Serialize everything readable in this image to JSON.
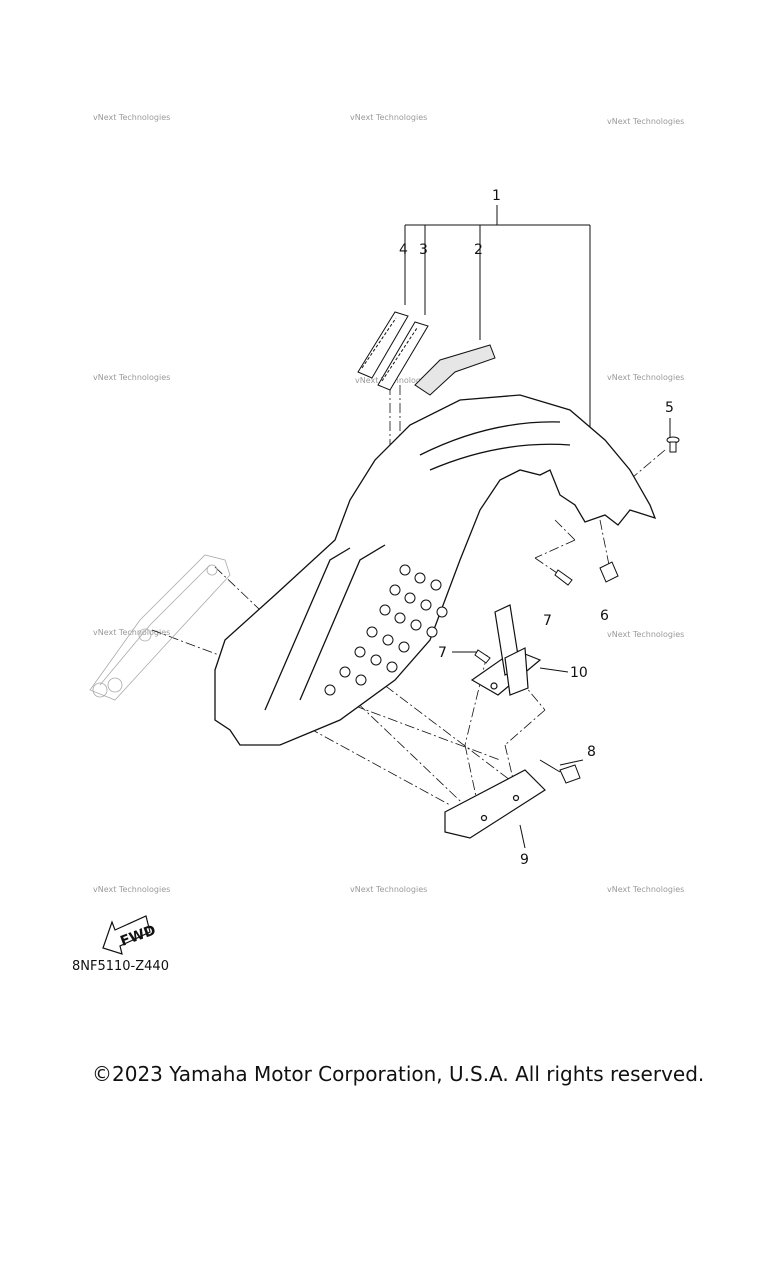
{
  "watermark": "vNext Technologies",
  "callouts": {
    "c1": "1",
    "c2": "2",
    "c3": "3",
    "c4": "4",
    "c5": "5",
    "c6": "6",
    "c7a": "7",
    "c7b": "7",
    "c8": "8",
    "c9": "9",
    "c10": "10"
  },
  "fwd_label": "FWD",
  "diagram_code": "8NF5110-Z440",
  "copyright": "©2023 Yamaha Motor Corporation, U.S.A. All rights reserved."
}
